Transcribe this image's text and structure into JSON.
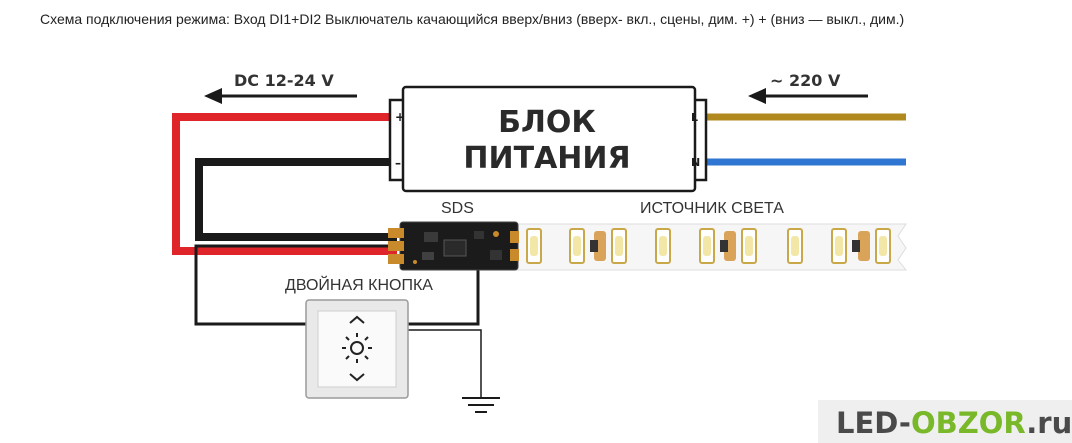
{
  "caption": "Схема подключения режима: Вход DI1+DI2 Выключатель качающийся вверх/вниз (вверх- вкл., сцены, дим. +) + (вниз — выкл., дим.)",
  "psu": {
    "line1": "БЛОК",
    "line2": "ПИТАНИЯ",
    "plus": "+",
    "minus": "–",
    "l": "L",
    "n": "N"
  },
  "dc_label": "DC 12-24 V",
  "ac_label": "~ 220 V",
  "sds_label": "SDS",
  "led_strip_label": "ИСТОЧНИК СВЕТА",
  "button_label": "ДВОЙНАЯ КНОПКА",
  "watermark": {
    "part1": "LED-",
    "part2": "OBZOR",
    "part3": ".ru"
  },
  "colors": {
    "red_wire": "#e0252a",
    "black_wire": "#1a1a1a",
    "live_wire": "#b08a1e",
    "neutral_wire": "#2f76d2",
    "watermark_bg": "#efefef",
    "watermark_accent": "#78b829",
    "watermark_text": "#4a4a4a"
  },
  "icons": [
    "arrow-left-icon",
    "arrow-left-icon",
    "ground-icon",
    "sun-icon",
    "chevron-up-icon",
    "chevron-down-icon"
  ]
}
